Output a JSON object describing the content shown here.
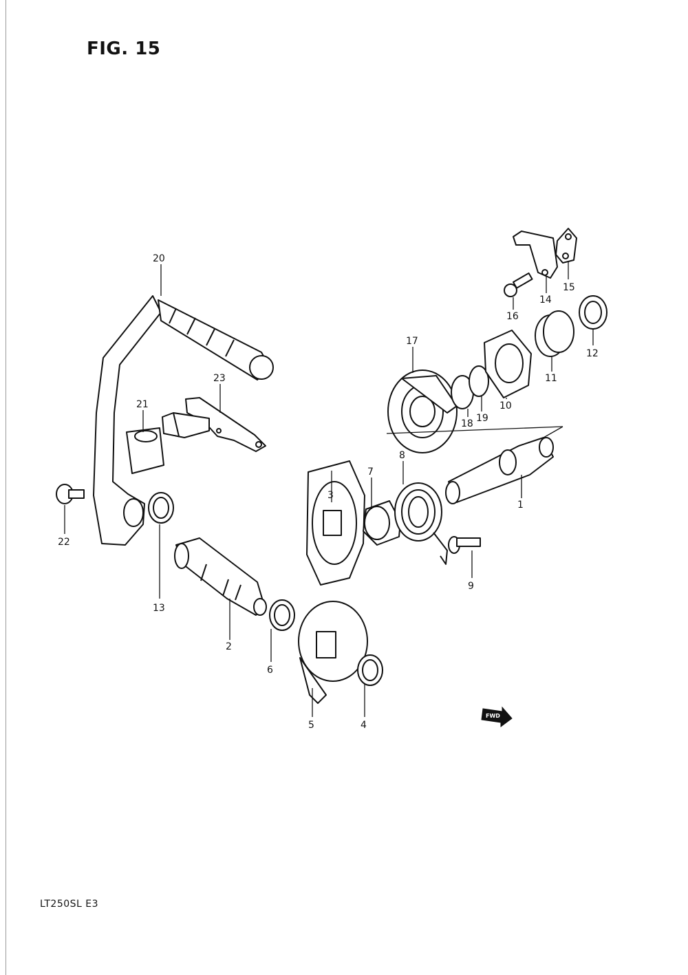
{
  "figure": {
    "title": "FIG. 15",
    "model_code": "LT250SL  E3"
  },
  "direction_mark": {
    "label": "FWD"
  },
  "callouts": [
    "1",
    "2",
    "3",
    "4",
    "5",
    "6",
    "7",
    "8",
    "9",
    "10",
    "11",
    "12",
    "13",
    "14",
    "15",
    "16",
    "17",
    "18",
    "19",
    "20",
    "21",
    "22",
    "23"
  ]
}
